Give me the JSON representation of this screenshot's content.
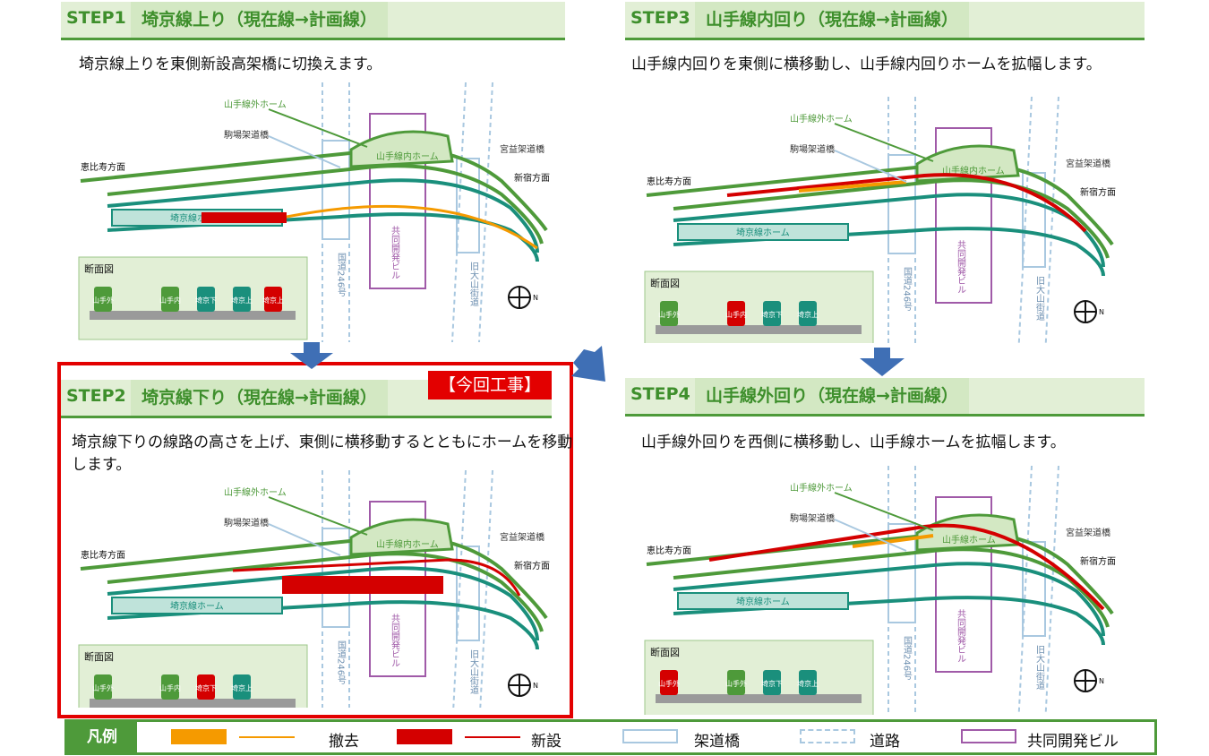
{
  "steps": [
    {
      "label": "STEP1",
      "title": "埼京線上り（現在線→計画線）",
      "desc": "埼京線上りを東側新設高架橋に切換えます。"
    },
    {
      "label": "STEP2",
      "title": "埼京線下り（現在線→計画線）",
      "desc": "埼京線下りの線路の高さを上げ、東側に横移動するとともにホームを移動します。"
    },
    {
      "label": "STEP3",
      "title": "山手線内回り（現在線→計画線）",
      "desc": "山手線内回りを東側に横移動し、山手線内回りホームを拡幅します。"
    },
    {
      "label": "STEP4",
      "title": "山手線外回り（現在線→計画線）",
      "desc": "山手線外回りを西側に横移動し、山手線ホームを拡幅します。"
    }
  ],
  "current_work": "【今回工事】",
  "map_labels": {
    "yamanote_outer_home": "山手線外ホーム",
    "komaba_bridge": "駒場架道橋",
    "ebisu": "恵比寿方面",
    "yamanote_inner_home": "山手線内ホーム",
    "yamanote_home": "山手線ホーム",
    "saikyo_home": "埼京線ホーム",
    "miyamasu_bridge": "宮益架道橋",
    "shinjuku": "新宿方面",
    "kyodo_building": "共同開発ビル",
    "route246": "国道246号",
    "old_oyama": "旧大山街道",
    "section": "断面図",
    "north": "N"
  },
  "section_badges": {
    "step1": [
      "山手外",
      "山手内",
      "埼京下",
      "埼京上",
      "埼京上"
    ],
    "step2": [
      "山手外",
      "山手内",
      "埼京下",
      "埼京上"
    ],
    "step3": [
      "山手外",
      "山手内",
      "埼京下",
      "埼京上"
    ],
    "step4": [
      "山手外",
      "山手外",
      "埼京下",
      "埼京上"
    ]
  },
  "legend": {
    "title": "凡例",
    "removal": "撤去",
    "new": "新設",
    "bridge": "架道橋",
    "road": "道路",
    "building": "共同開発ビル"
  },
  "colors": {
    "green": "#4e9a3a",
    "teal": "#1a8f7c",
    "orange": "#f59a00",
    "red": "#d40000",
    "purple": "#a05aa8",
    "lightblue": "#a9c8e0"
  }
}
